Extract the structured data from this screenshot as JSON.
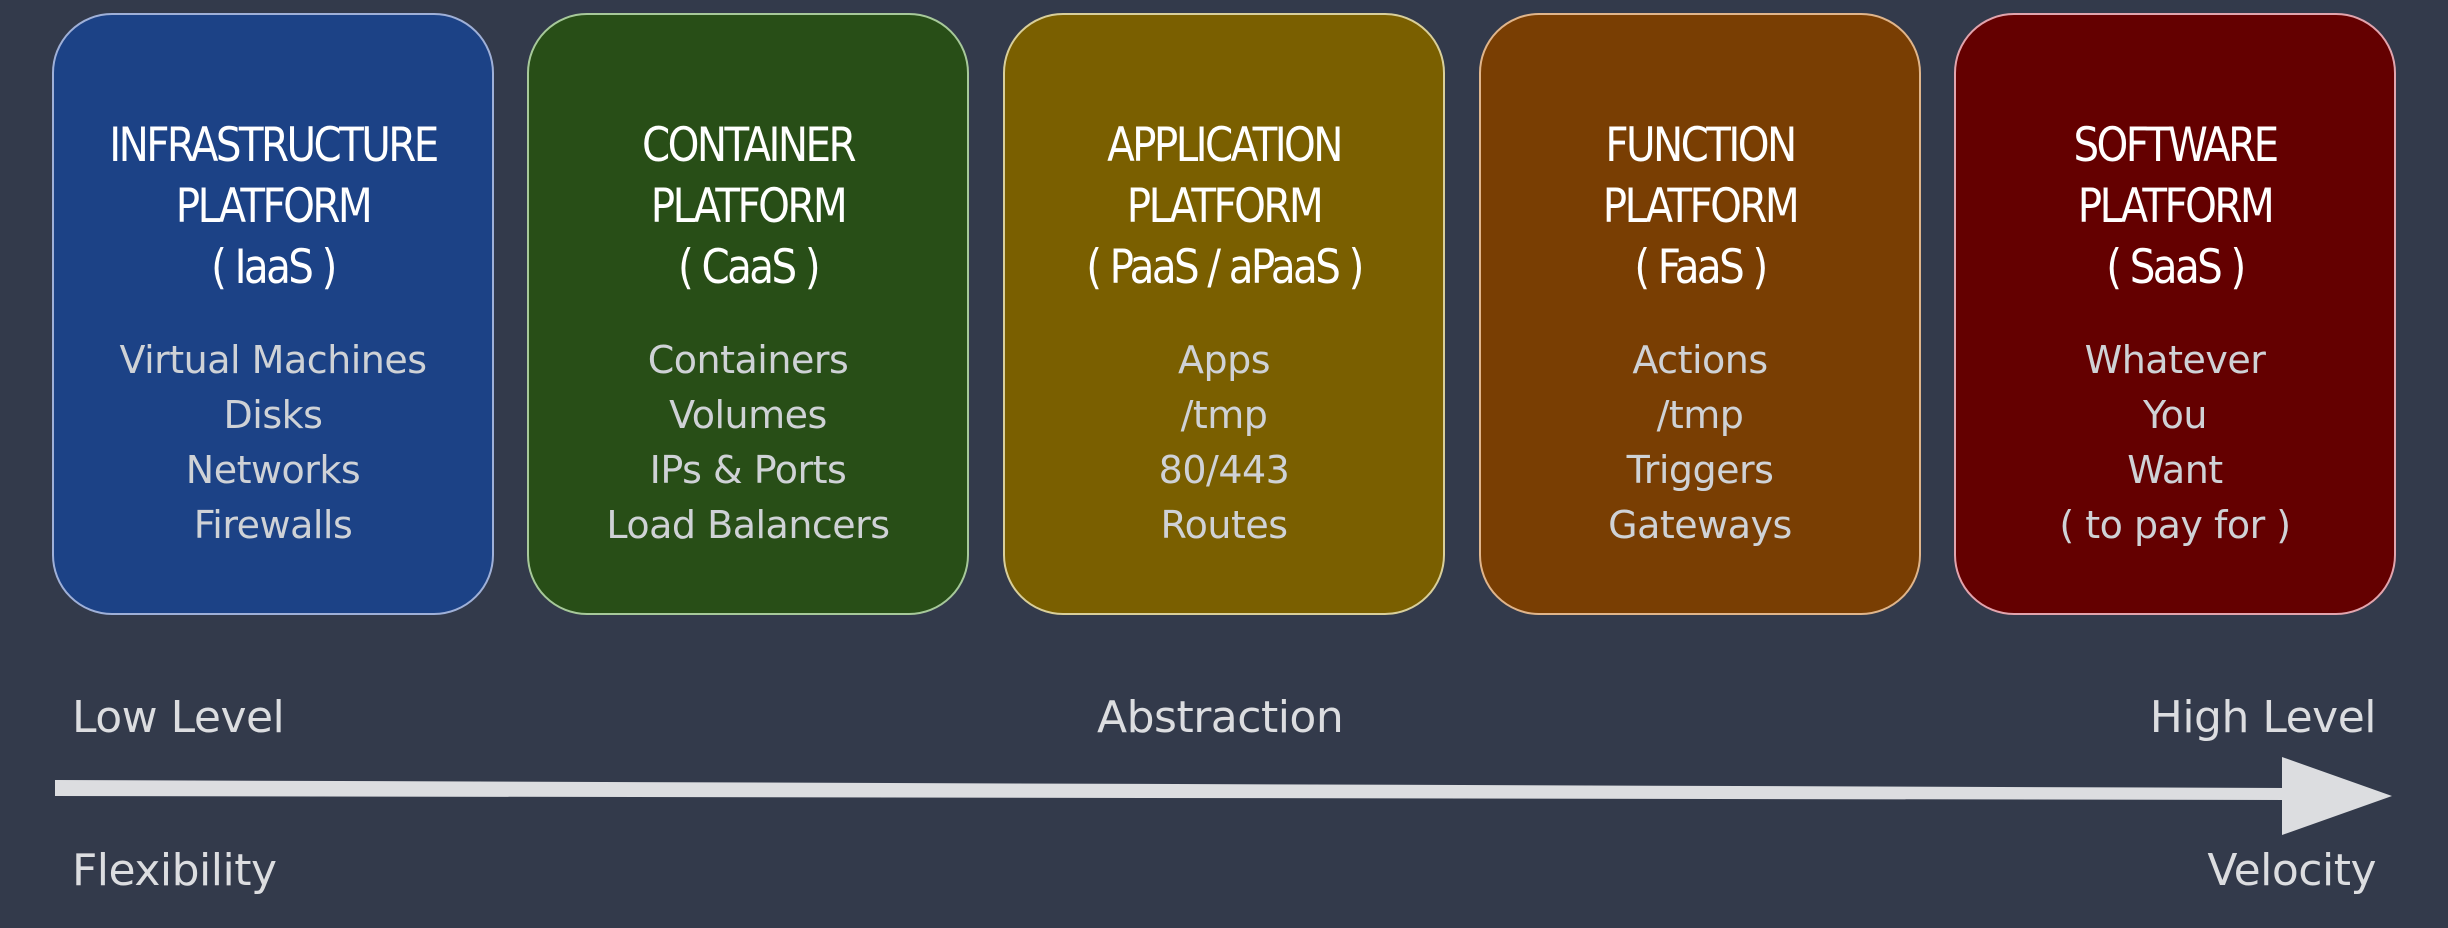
{
  "cards": [
    {
      "id": "iaas",
      "title_lines": [
        "INFRASTRUCTURE",
        "PLATFORM",
        "( IaaS )"
      ],
      "items": [
        "Virtual Machines",
        "Disks",
        "Networks",
        "Firewalls"
      ]
    },
    {
      "id": "caas",
      "title_lines": [
        "CONTAINER",
        "PLATFORM",
        "( CaaS )"
      ],
      "items": [
        "Containers",
        "Volumes",
        "IPs & Ports",
        "Load Balancers"
      ]
    },
    {
      "id": "paas",
      "title_lines": [
        "APPLICATION",
        "PLATFORM",
        "( PaaS / aPaaS )"
      ],
      "items": [
        "Apps",
        "/tmp",
        "80/443",
        "Routes"
      ]
    },
    {
      "id": "faas",
      "title_lines": [
        "FUNCTION",
        "PLATFORM",
        "( FaaS )"
      ],
      "items": [
        "Actions",
        "/tmp",
        "Triggers",
        "Gateways"
      ]
    },
    {
      "id": "saas",
      "title_lines": [
        "SOFTWARE",
        "PLATFORM",
        "( SaaS )"
      ],
      "items": [
        "Whatever",
        "You",
        "Want",
        "( to pay for )"
      ]
    }
  ],
  "axis": {
    "left_top": "Low Level",
    "center_top": "Abstraction",
    "right_top": "High Level",
    "left_bottom": "Flexibility",
    "right_bottom": "Velocity"
  },
  "colors": {
    "background": "#333a4b",
    "iaas": "#1c4286",
    "caas": "#284e17",
    "paas": "#7a5f00",
    "faas": "#793e03",
    "saas": "#640000",
    "arrow": "#dcdde0"
  }
}
